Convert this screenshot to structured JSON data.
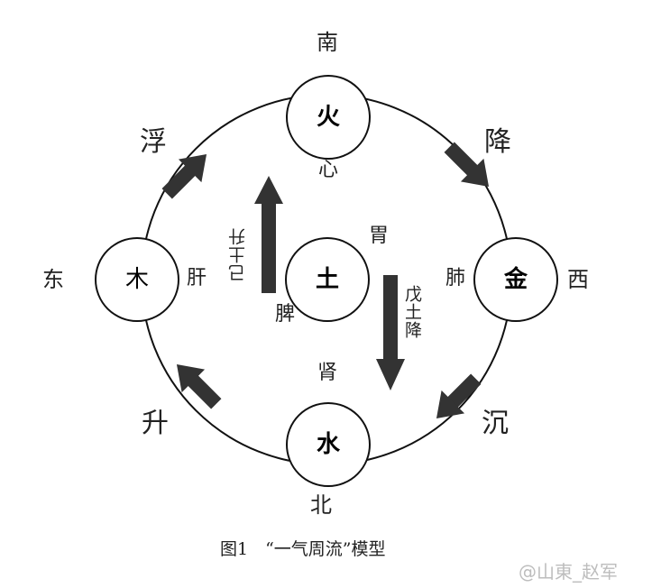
{
  "directions": {
    "south": "南",
    "north": "北",
    "east": "东",
    "west": "西"
  },
  "elements": {
    "fire": "火",
    "metal": "金",
    "water": "水",
    "wood": "木",
    "earth": "土"
  },
  "organs": {
    "heart": "心",
    "lung": "肺",
    "kidney": "肾",
    "liver": "肝",
    "stomach": "胃",
    "spleen": "脾"
  },
  "phases": {
    "float": "浮",
    "descend": "降",
    "sink": "沉",
    "rise": "升"
  },
  "earth_flows": {
    "ji_rise": "己土升",
    "wu_descend": "戊土降"
  },
  "caption": "图1　“一气周流”模型",
  "watermark": "@山東_赵军"
}
